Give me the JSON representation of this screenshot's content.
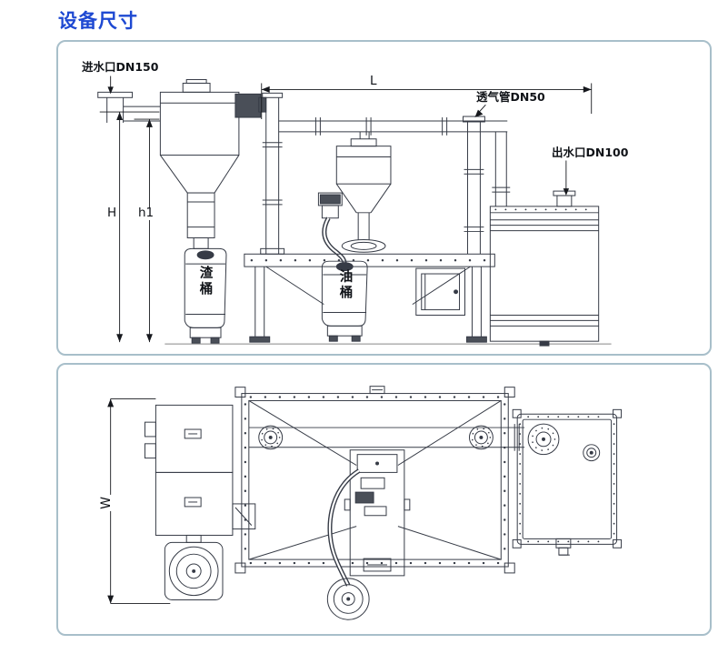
{
  "page": {
    "title": "设备尺寸"
  },
  "front_view": {
    "inlet_label": "进水口DN150",
    "length_label": "L",
    "vent_label": "透气管DN50",
    "outlet_label": "出水口DN100",
    "height_label": "H",
    "height1_label": "h1",
    "slag_bucket_label": "渣桶",
    "oil_bucket_label": "油桶"
  },
  "plan_view": {
    "width_label": "W"
  },
  "colors": {
    "title_blue": "#1e49d2",
    "line": "#363b46",
    "dimension_line": "#16181d",
    "panel_border": "#a8bfca"
  }
}
